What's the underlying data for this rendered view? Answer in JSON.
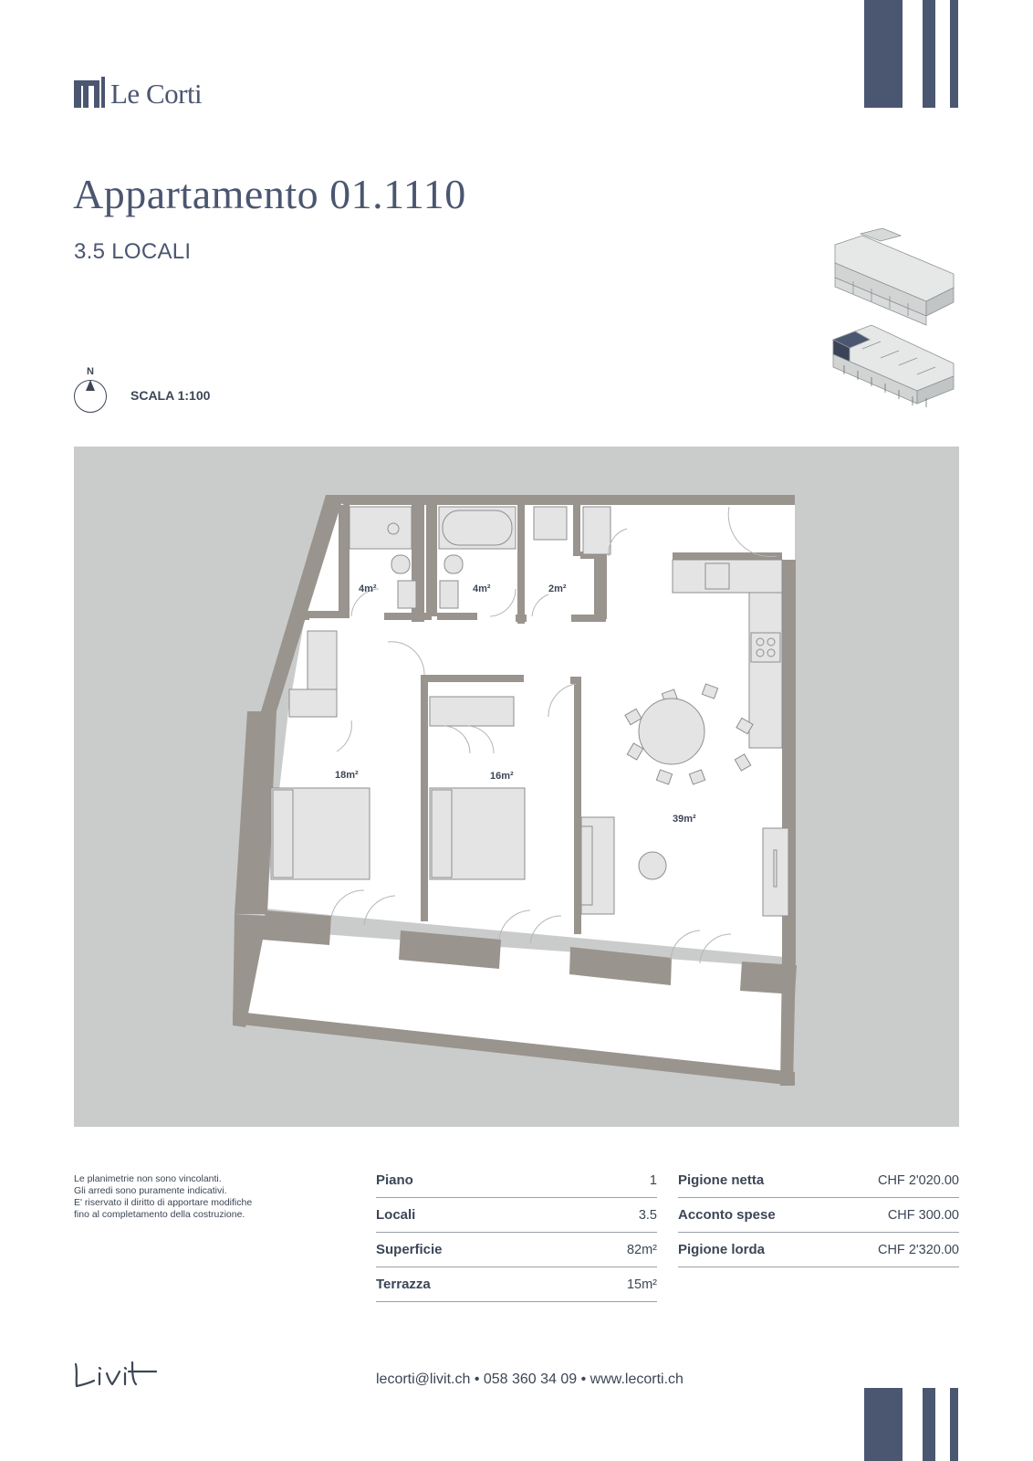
{
  "brand": {
    "name": "Le Corti",
    "accent_color": "#4b5670"
  },
  "header": {
    "title": "Appartamento 01.1110",
    "subtitle": "3.5 LOCALI"
  },
  "orientation": {
    "north_label": "N",
    "scale_label": "SCALA 1:100"
  },
  "floorplan": {
    "rooms": [
      {
        "id": "bath-1",
        "area": "4m²"
      },
      {
        "id": "bath-2",
        "area": "4m²"
      },
      {
        "id": "storage",
        "area": "2m²"
      },
      {
        "id": "bedroom-1",
        "area": "18m²"
      },
      {
        "id": "bedroom-2",
        "area": "16m²"
      },
      {
        "id": "living",
        "area": "39m²"
      }
    ]
  },
  "disclaimer": [
    "Le planimetrie non sono vincolanti.",
    "Gli arredi sono puramente indicativi.",
    "E' riservato il diritto di apportare modifiche",
    "fino al completamento della costruzione."
  ],
  "details": [
    {
      "label": "Piano",
      "value": "1"
    },
    {
      "label": "Locali",
      "value": "3.5"
    },
    {
      "label": "Superficie",
      "value": "82m²"
    },
    {
      "label": "Terrazza",
      "value": "15m²"
    }
  ],
  "prices": [
    {
      "label": "Pigione netta",
      "value": "CHF 2'020.00"
    },
    {
      "label": "Acconto spese",
      "value": "CHF 300.00"
    },
    {
      "label": "Pigione lorda",
      "value": "CHF 2'320.00"
    }
  ],
  "footer": {
    "logo": "Livit",
    "contact": "lecorti@livit.ch • 058 360 34 09 • www.lecorti.ch"
  }
}
